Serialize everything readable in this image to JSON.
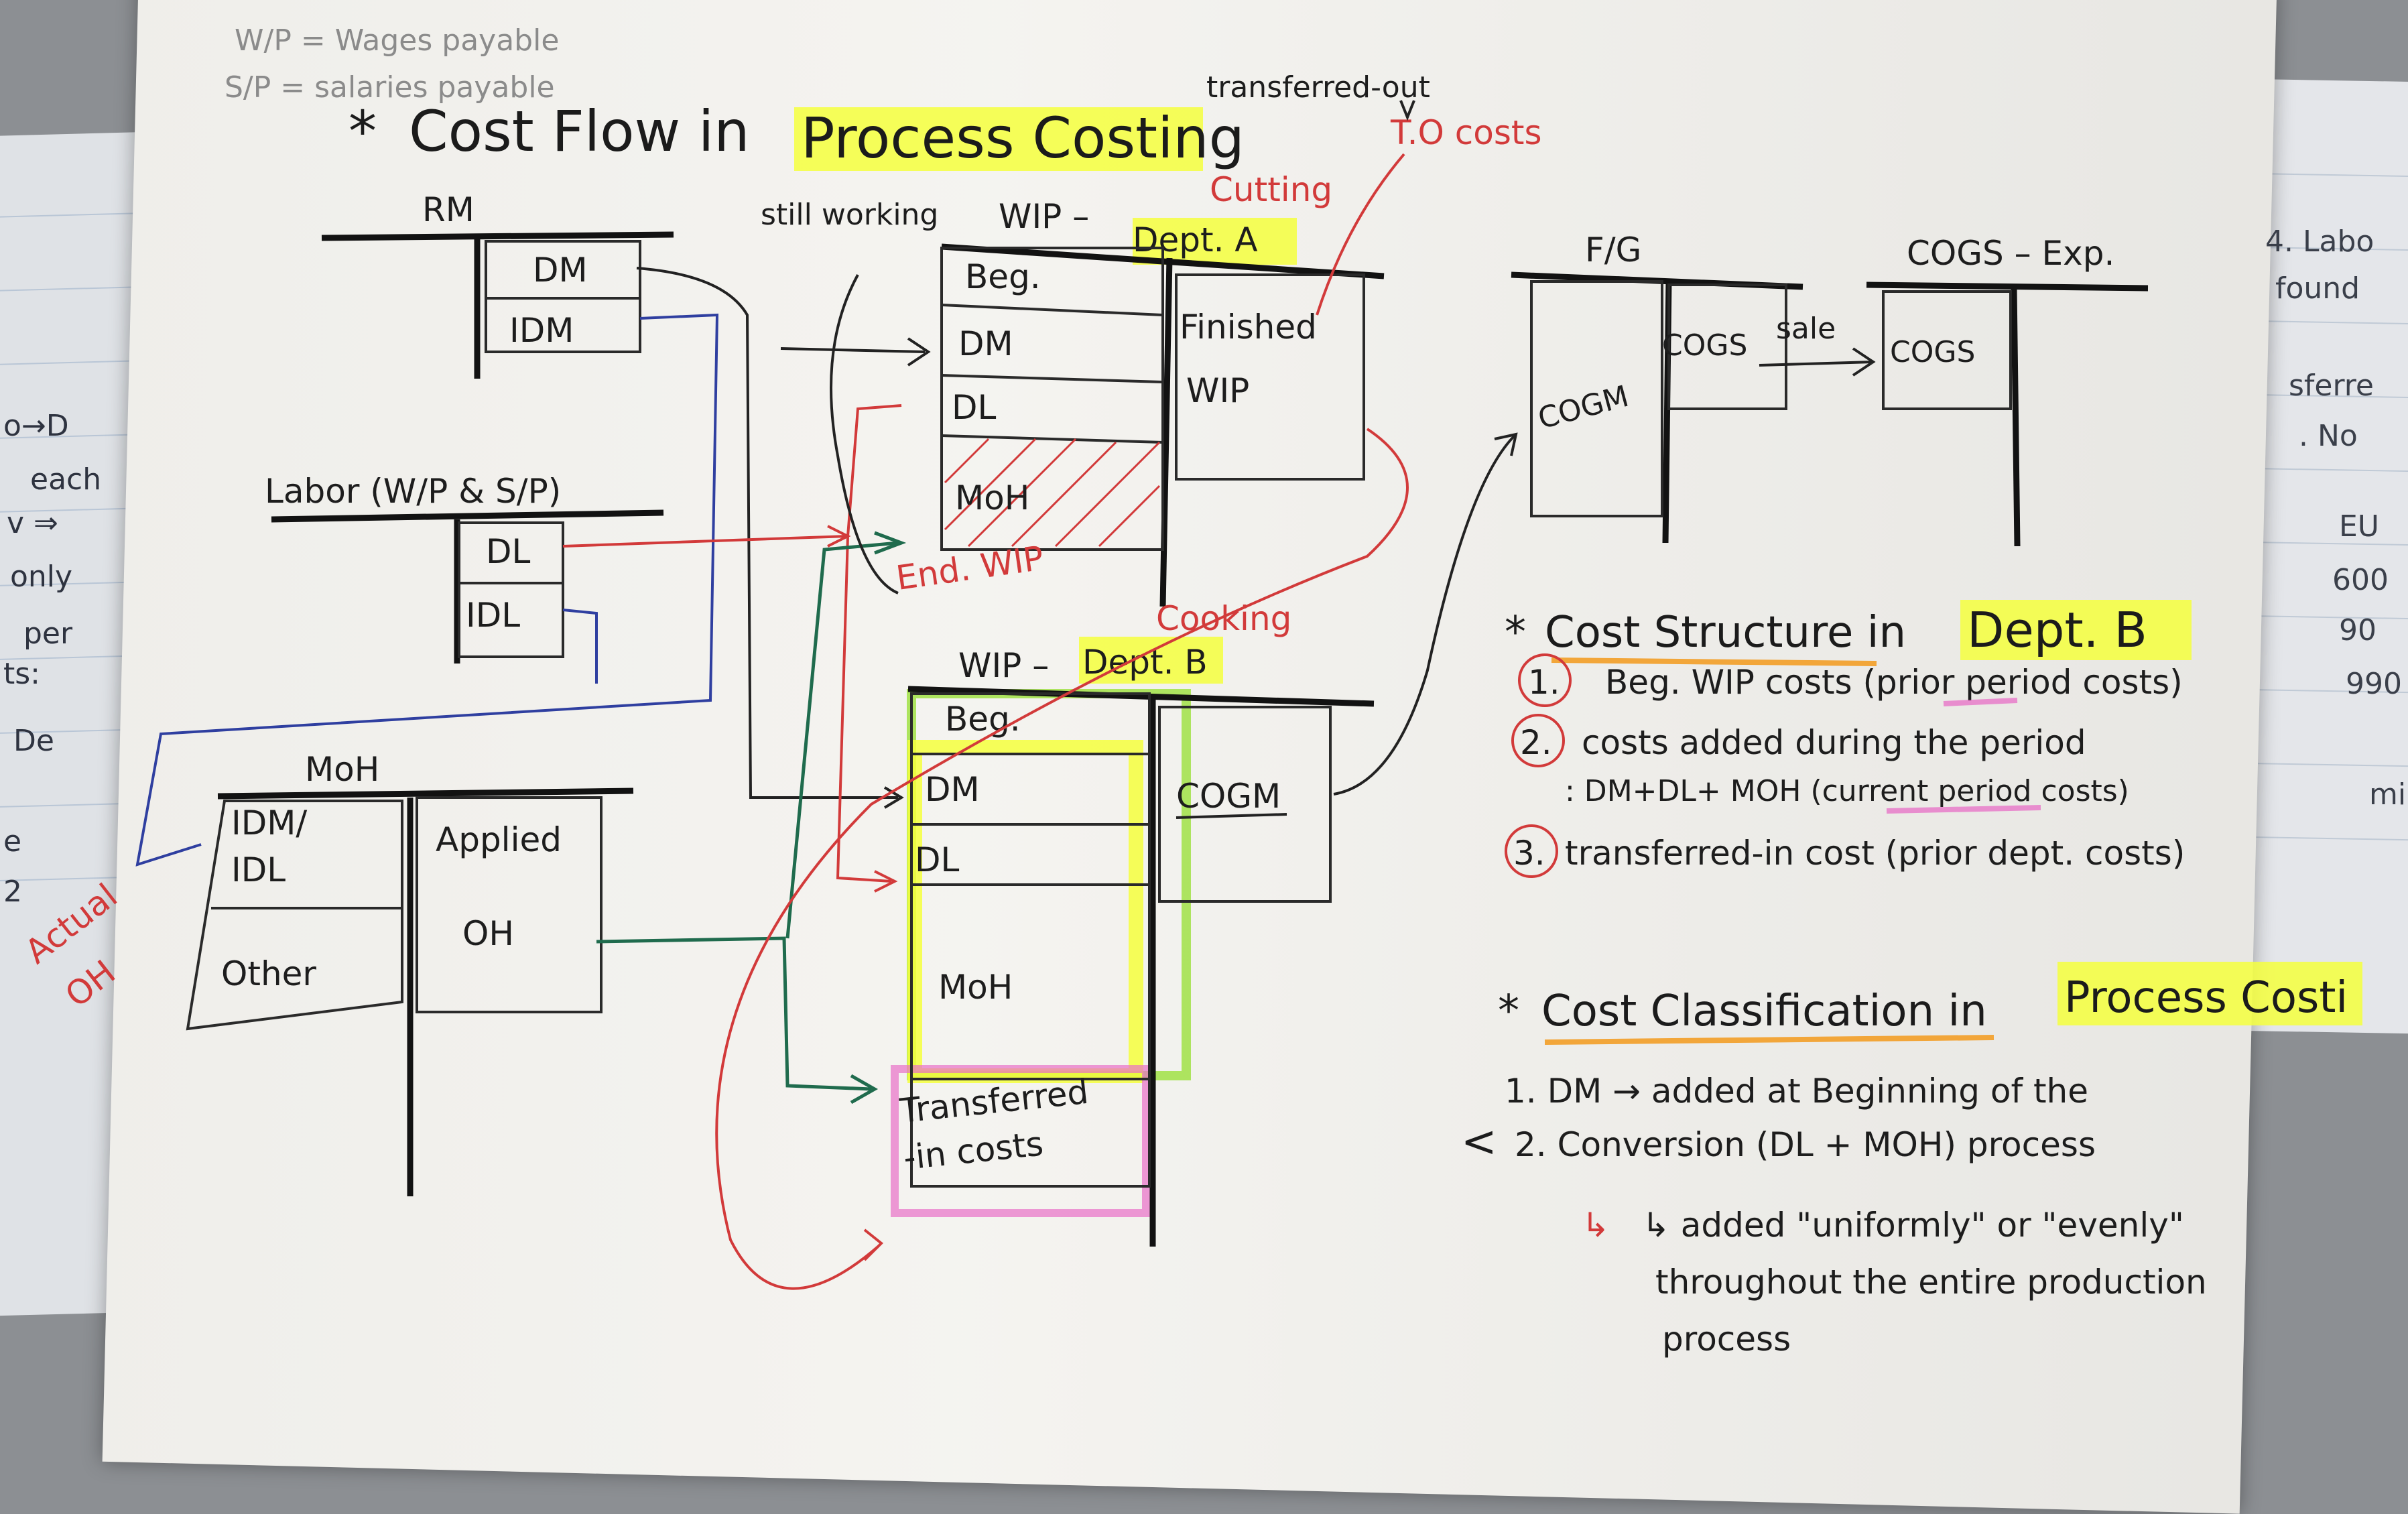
{
  "abbreviations": {
    "line1": "W/P = Wages payable",
    "line2": "S/P = salaries payable"
  },
  "title": {
    "star": "*",
    "text": "Cost Flow in",
    "highlight": "Process Costing"
  },
  "rm": {
    "title": "RM",
    "rows": [
      "DM",
      "IDM"
    ]
  },
  "labor": {
    "title": "Labor (W/P & S/P)",
    "rows": [
      "DL",
      "IDL"
    ]
  },
  "moh": {
    "title": "MoH",
    "left": [
      "IDM/",
      "IDL",
      "Other"
    ],
    "right": [
      "Applied",
      "OH"
    ],
    "side_note": [
      "Actual",
      "OH"
    ]
  },
  "wip_a": {
    "note": "still working",
    "title_prefix": "WIP –",
    "title_highlight": "Dept. A",
    "above": "Cutting",
    "rows": [
      "Beg.",
      "DM",
      "DL",
      "MoH"
    ],
    "end": "End. WIP",
    "right": [
      "Finished",
      "WIP"
    ]
  },
  "transfer": {
    "top": "transferred-out",
    "bottom": "T.O costs"
  },
  "wip_b": {
    "title_prefix": "WIP –",
    "title_highlight": "Dept. B",
    "above": "Cooking",
    "rows": [
      "Beg.",
      "DM",
      "DL",
      "MoH"
    ],
    "transferred": [
      "Transferred",
      "-in costs"
    ],
    "right": "COGM"
  },
  "fg": {
    "title": "F/G",
    "left": "COGM",
    "right": "COGS",
    "arrow": "sale"
  },
  "cogs": {
    "title": "COGS – Exp.",
    "left": "COGS"
  },
  "structure": {
    "star": "*",
    "title": "Cost Structure in",
    "highlight": "Dept. B",
    "items": [
      {
        "num": "1.",
        "text": "Beg. WIP costs (prior period costs)"
      },
      {
        "num": "2.",
        "text": "costs added during the period"
      },
      {
        "num": "",
        "text": ": DM+DL+ MOH (current period costs)"
      },
      {
        "num": "3.",
        "text": "transferred-in cost (prior dept. costs)"
      }
    ]
  },
  "classification": {
    "star": "*",
    "title": "Cost Classification in",
    "highlight": "Process Costi",
    "items": [
      "1. DM → added at Beginning of the",
      "2. Conversion (DL + MOH)     process",
      "↳ added \"uniformly\" or \"evenly\"",
      "throughout the entire production",
      "process"
    ]
  },
  "background_left": [
    "o→D",
    "each",
    "v ⇒",
    "only",
    "per",
    "ts:",
    "De",
    "e",
    "2"
  ],
  "background_right": [
    "4. Labo",
    "found",
    "sferre",
    ". No",
    "EU",
    "600",
    "90",
    "990",
    "mi"
  ],
  "colors": {
    "highlight_yellow": "#f4ff3d",
    "highlight_green": "#9be03b",
    "highlight_pink": "#e86fc7",
    "highlight_orange": "#f2a63a",
    "red_ink": "#d23a3a",
    "blue_ink": "#2f3fa0",
    "green_ink": "#1f6b4d"
  }
}
